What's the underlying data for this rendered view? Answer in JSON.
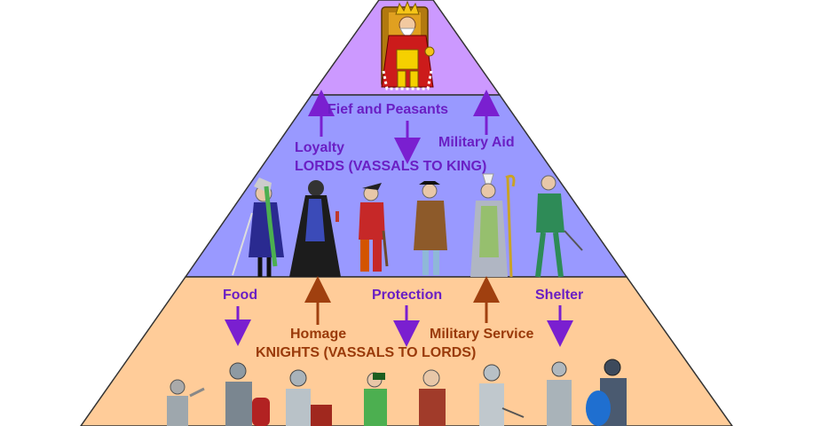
{
  "tiers": {
    "king": {
      "color": "#cc99ff"
    },
    "lords": {
      "color": "#9999ff"
    },
    "knights": {
      "color": "#ffcc99"
    }
  },
  "labels": {
    "fief": "Fief and Peasants",
    "loyalty": "Loyalty",
    "military_aid": "Military Aid",
    "lords_title": "LORDS (VASSALS TO KING)",
    "food": "Food",
    "protection": "Protection",
    "shelter": "Shelter",
    "homage": "Homage",
    "military_service": "Military Service",
    "knights_title": "KNIGHTS (VASSALS TO LORDS)"
  },
  "colors": {
    "purple_text": "#6a1fc4",
    "brown_text": "#9a3a0a",
    "purple_arrow": "#7a1fd0",
    "brown_arrow": "#a0400f"
  },
  "figures": {
    "king": "king-on-throne",
    "lords": [
      "lady-with-cane",
      "monk-in-black-robe",
      "nobleman-red",
      "nobleman-brown",
      "bishop-with-crozier",
      "squire-green"
    ],
    "knights": [
      "knight-1",
      "knight-2",
      "knight-3",
      "knight-4",
      "knight-5",
      "knight-6",
      "knight-7",
      "knight-8"
    ]
  }
}
